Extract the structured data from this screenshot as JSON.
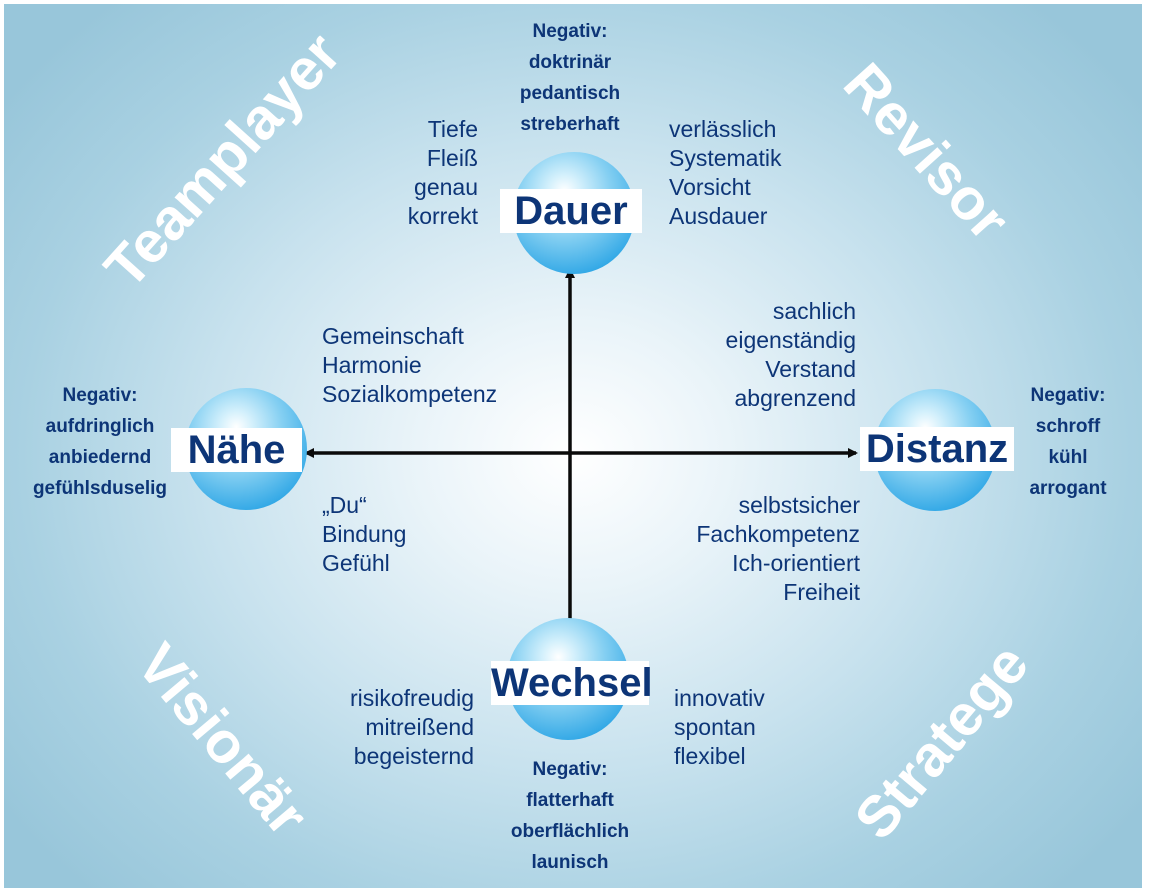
{
  "roles": {
    "top_left": "Teamplayer",
    "top_right": "Revisor",
    "bottom_left": "Visionär",
    "bottom_right": "Stratege"
  },
  "poles": {
    "top": {
      "label": "Dauer",
      "negative": "Negativ:\ndoktrinär\npedantisch\nstreberhaft",
      "left_traits": "Tiefe\nFleiß\ngenau\nkorrekt",
      "right_traits": "verlässlich\nSystematik\nVorsicht\nAusdauer"
    },
    "left": {
      "label": "Nähe",
      "negative": "Negativ:\naufdringlich\nanbiedernd\ngefühlsduselig",
      "upper_traits": "Gemeinschaft\nHarmonie\nSozialkompetenz",
      "lower_traits": "„Du“\nBindung\nGefühl"
    },
    "right": {
      "label": "Distanz",
      "negative": "Negativ:\nschroff\nkühl\narrogant",
      "upper_traits": "sachlich\neigenständig\nVerstand\nabgrenzend",
      "lower_traits": "selbstsicher\nFachkompetenz\nIch-orientiert\nFreiheit"
    },
    "bottom": {
      "label": "Wechsel",
      "negative": "Negativ:\nflatterhaft\noberflächlich\nlaunisch",
      "left_traits": "risikofreudig\nmitreißend\nbegeisternd",
      "right_traits": "innovativ\nspontan\nflexibel"
    }
  },
  "colors": {
    "text": "#0d3577",
    "role_text": "#ffffff",
    "sphere": "#32a8e6",
    "background": "#98c6da"
  }
}
